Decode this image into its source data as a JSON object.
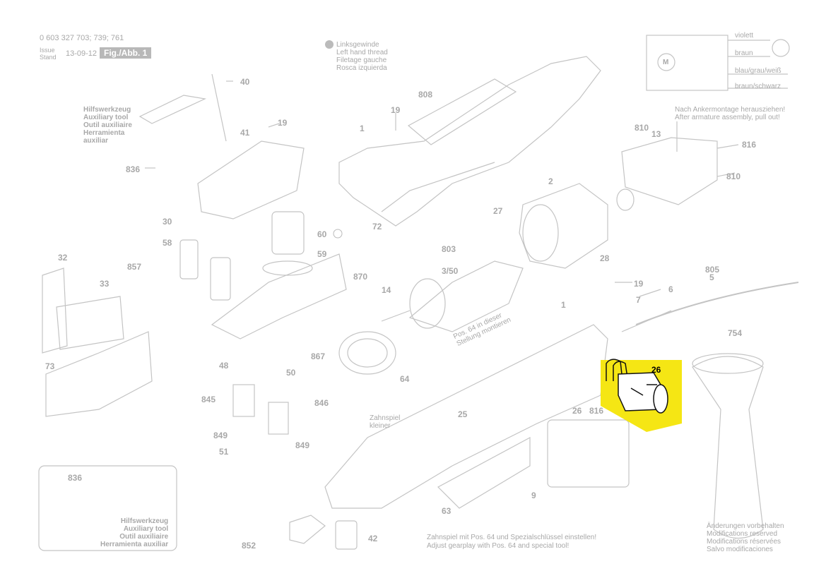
{
  "header": {
    "part_numbers": "0 603 327 703; 739; 761",
    "issue": "Issue",
    "stand": "Stand",
    "date": "13-09-12",
    "figure_label": "Fig./Abb. 1"
  },
  "left_hand_thread": [
    "Linksgewinde",
    "Left hand thread",
    "Filetage gauche",
    "Rosca izquierda"
  ],
  "auxiliary_tool": [
    "Hilfswerkzeug",
    "Auxiliary tool",
    "Outil auxiliaire",
    "Herramienta",
    "auxiliar"
  ],
  "inset_auxiliary_tool": [
    "Hilfswerkzeug",
    "Auxiliary tool",
    "Outil auxiliaire",
    "Herramienta auxiliar"
  ],
  "armature_note": [
    "Nach Ankermontage herausziehen!",
    "After armature assembly, pull out!"
  ],
  "wiring": {
    "violett": "violett",
    "braun": "braun",
    "blau": "blau/grau/weiß",
    "braun_schwarz": "braun/schwarz",
    "motor": "M"
  },
  "pos64_note": [
    "Pos. 64 in dieser",
    "Stellung montieren"
  ],
  "gearplay": [
    "Zahnspiel",
    "kleiner"
  ],
  "adjust_de": "Zahnspiel mit Pos. 64 und Spezialschlüssel einstellen!",
  "adjust_en": "Adjust gearplay with Pos. 64 and special tool!",
  "modifications": [
    "Änderungen vorbehalten",
    "Modifications reserved",
    "Modifications réservées",
    "Salvo modificaciones"
  ],
  "highlight": {
    "part": "26",
    "color": "#f5e614"
  },
  "part_labels": {
    "p40": "40",
    "p19a": "19",
    "p41": "41",
    "p836": "836",
    "p30": "30",
    "p60": "60",
    "p58": "58",
    "p59": "59",
    "p857": "857",
    "p870": "870",
    "p32": "32",
    "p33": "33",
    "p73": "73",
    "p867": "867",
    "p48": "48",
    "p50": "50",
    "p845": "845",
    "p846": "846",
    "p849a": "849",
    "p849b": "849",
    "p51": "51",
    "p808": "808",
    "p19b": "19",
    "p1a": "1",
    "p72": "72",
    "p2": "2",
    "p27": "27",
    "p803": "803",
    "p350": "3/50",
    "p14": "14",
    "p28": "28",
    "p810a": "810",
    "p13": "13",
    "p816a": "816",
    "p810b": "810",
    "p805": "805",
    "p5": "5",
    "p19c": "19",
    "p7": "7",
    "p6": "6",
    "p1b": "1",
    "p754": "754",
    "p64": "64",
    "p25": "25",
    "p26b": "26",
    "p816b": "816",
    "p9": "9",
    "p63": "63",
    "p42": "42",
    "p852": "852",
    "p836b": "836"
  }
}
